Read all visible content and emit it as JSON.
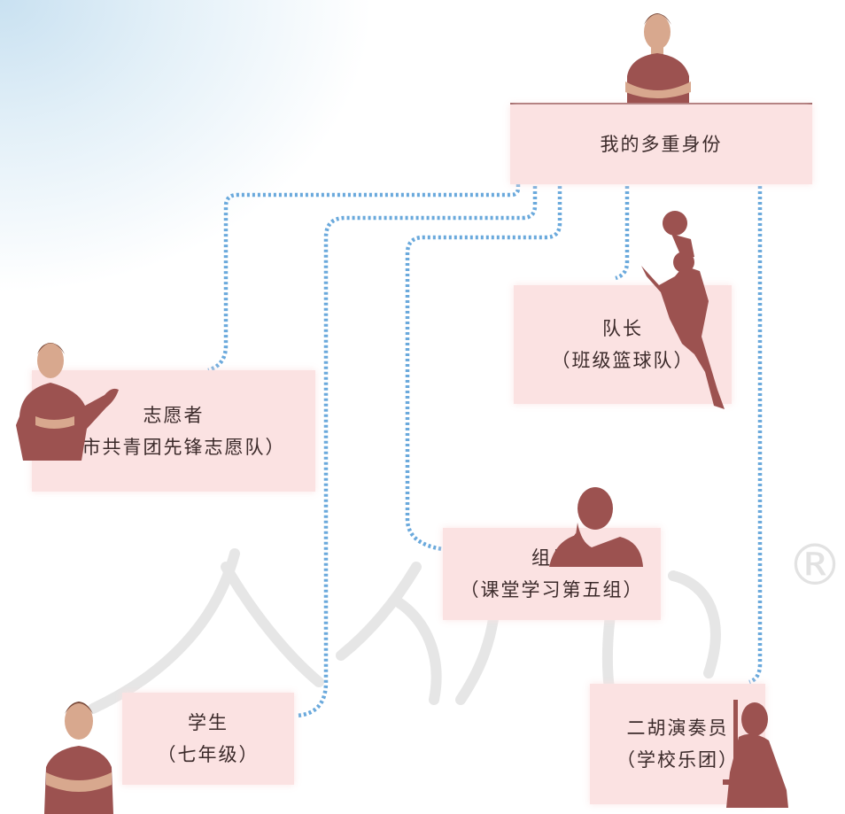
{
  "root": {
    "title": "我的多重身份"
  },
  "roles": [
    {
      "title": "队长",
      "subtitle": "（班级篮球队）"
    },
    {
      "title": "志愿者",
      "subtitle": "（市共青团先锋志愿队）"
    },
    {
      "title": "组员",
      "subtitle": "（课堂学习第五组）"
    },
    {
      "title": "学生",
      "subtitle": "（七年级）"
    },
    {
      "title": "二胡演奏员",
      "subtitle": "（学校乐团）"
    }
  ],
  "watermark": {
    "symbol": "®"
  },
  "colors": {
    "box_fill": "#fbe2e2",
    "figure": "#9c5250",
    "connector": "#6aa9dc",
    "header_bar": "#8e4e4e",
    "background_glow": "#c9e1f1"
  }
}
